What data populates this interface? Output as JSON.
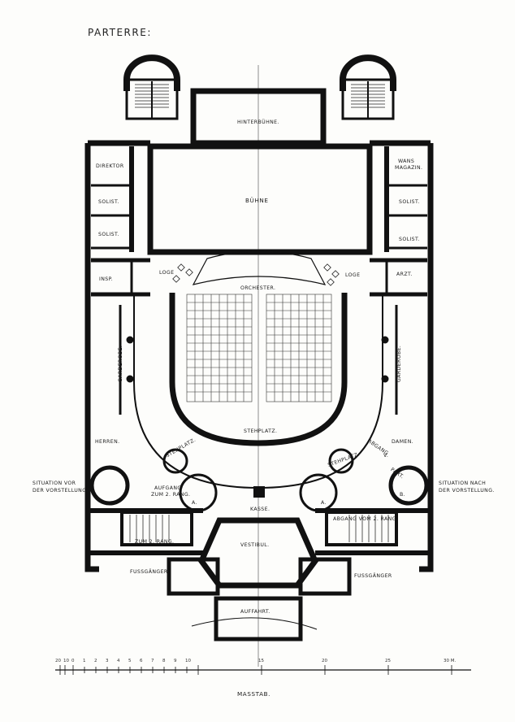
{
  "title": "PARTERRE:",
  "footer_label": "MASSTAB.",
  "rooms": {
    "hinterbuehne": "HINTERBÜHNE.",
    "buehne": "BÜHNE",
    "orchester": "ORCHESTER.",
    "stehplatz": "STEHPLATZ.",
    "kasse": "KASSE.",
    "vestibul": "VESTIBUL.",
    "auffahrt": "AUFFAHRT.",
    "direktor": "DIREKTOR",
    "solist_1": "SOLIST.",
    "solist_2": "SOLIST.",
    "solist_r1": "SOLIST.",
    "solist_r2": "SOLIST.",
    "wasch_magazin": [
      "WANS",
      "MAGAZIN."
    ],
    "insp": "INSP.",
    "arzt": "ARZT.",
    "loge_l": "LOGE",
    "loge_r": "LOGE",
    "garderobe_l": "GARDEROBE.",
    "garderobe_r": "GARDEROBE.",
    "herren": "HERREN.",
    "damen": "DAMEN.",
    "stehplatz_l": "STEHPLATZ.",
    "stehplatz_r": "STEHPLATZ.",
    "aufgang": [
      "AUFGANG",
      "ZUM 2. RANG."
    ],
    "zum_rang": "ZUM 2. RANG.",
    "abgang_rang": "ABGANG VOM 2. RANG.",
    "abgang_part": [
      "ABGANG",
      "V.",
      "PART."
    ],
    "a_left": "A.",
    "a_right": "A.",
    "b_right": "B.",
    "fussgaenger_l": "FUSSGÄNGER",
    "fussgaenger_r": "FUSSGÄNGER"
  },
  "annotations": {
    "left": [
      "SITUATION VOR",
      "DER VORSTELLUNG."
    ],
    "right": [
      "SITUATION NACH",
      "DER VORSTELLUNG."
    ]
  },
  "scale": {
    "ticks": [
      "20",
      "10",
      "0",
      "1",
      "2",
      "3",
      "4",
      "5",
      "6",
      "7",
      "8",
      "9",
      "10",
      "15",
      "20",
      "25",
      "30 M."
    ]
  }
}
